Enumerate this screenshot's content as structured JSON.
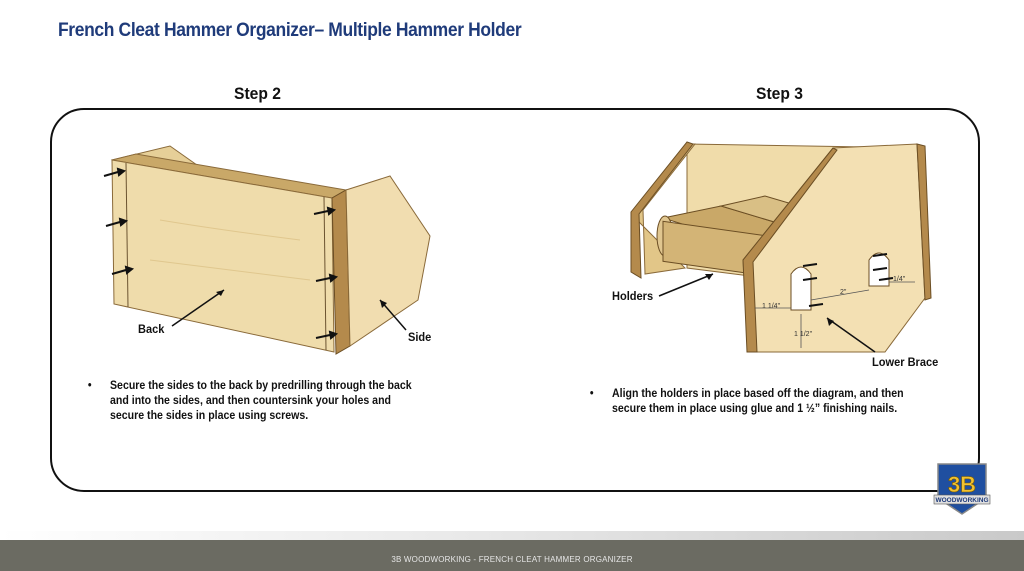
{
  "title": "French Cleat Hammer Organizer– Multiple Hammer Holder",
  "step2": {
    "heading": "Step 2",
    "bullet": "•",
    "text_lines": [
      "Secure the sides to the back by predrilling through the back",
      "and into the sides, and then countersink your holes and",
      "secure the sides in place using screws."
    ],
    "labels": {
      "back": "Back",
      "side": "Side"
    }
  },
  "step3": {
    "heading": "Step 3",
    "bullet": "•",
    "text_lines": [
      "Align the holders in place based off the diagram,  and then",
      "secure them in place using glue and 1 ½” finishing nails."
    ],
    "labels": {
      "holders": "Holders",
      "lower_brace": "Lower Brace"
    },
    "dimensions": {
      "left_offset": "1 1/4\"",
      "spacing": "2\"",
      "right_offset": "1/4\"",
      "height": "1 1/2\""
    }
  },
  "footer": {
    "text": "3B WOODWORKING - FRENCH CLEAT HAMMER ORGANIZER"
  },
  "logo": {
    "mark": "3B",
    "word": "WOODWORKING"
  },
  "colors": {
    "title": "#1f3b7a",
    "wood": "#efdcab",
    "wood_dark": "#d9bf85",
    "edge": "#8a6a3a",
    "footer": "#6b6b62",
    "logo_gold": "#f2c230",
    "logo_blue": "#1f4fa0"
  }
}
